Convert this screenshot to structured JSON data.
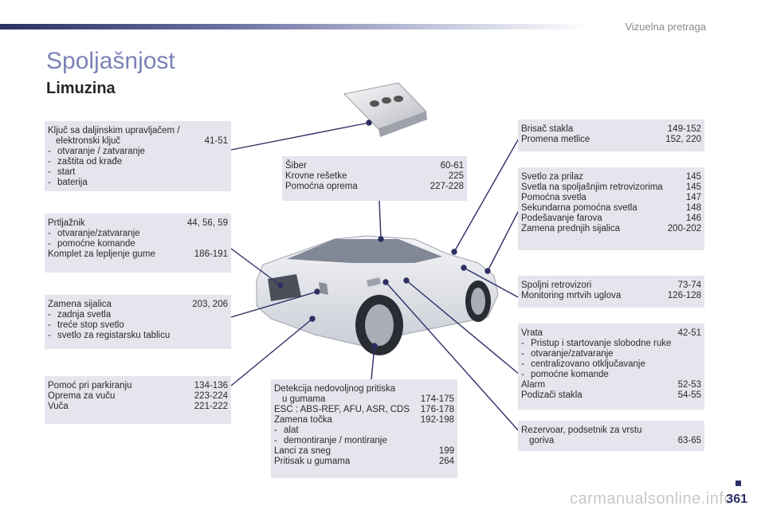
{
  "header": {
    "section": "Vizuelna pretraga",
    "title": "Spoljašnjost",
    "subtitle": "Limuzina"
  },
  "boxes": {
    "key": {
      "line1": "Ključ sa daljinskim upravljačem /",
      "line2": "elektronski ključ",
      "page": "41-51",
      "items": [
        "otvaranje / zatvaranje",
        "zaštita od krađe",
        "start",
        "baterija"
      ]
    },
    "trunk": {
      "label": "Prtljažnik",
      "page": "44, 56, 59",
      "items": [
        "otvaranje/zatvaranje",
        "pomoćne komande"
      ],
      "kit_label": "Komplet za lepljenje gume",
      "kit_page": "186-191"
    },
    "bulbs": {
      "label": "Zamena sijalica",
      "page": "203, 206",
      "items": [
        "zadnja svetla",
        "treće stop svetlo",
        "svetlo za registarsku tablicu"
      ]
    },
    "parking": {
      "rows": [
        {
          "label": "Pomoć pri parkiranju",
          "page": "134-136"
        },
        {
          "label": "Oprema za vuču",
          "page": "223-224"
        },
        {
          "label": "Vuča",
          "page": "221-222"
        }
      ]
    },
    "roof": {
      "rows": [
        {
          "label": "Šiber",
          "page": "60-61"
        },
        {
          "label": "Krovne rešetke",
          "page": "225"
        },
        {
          "label": "Pomoćna oprema",
          "page": "227-228"
        }
      ]
    },
    "tyre": {
      "det1": "Detekcija nedovoljnog pritiska",
      "det2": "u gumama",
      "det_page": "174-175",
      "esc": "ESC : ABS-REF, AFU, ASR, CDS",
      "esc_page": "176-178",
      "wheel": "Zamena točka",
      "wheel_page": "192-198",
      "items": [
        "alat",
        "demontiranje / montiranje"
      ],
      "chains": "Lanci za sneg",
      "chains_page": "199",
      "pressure": "Pritisak u gumama",
      "pressure_page": "264"
    },
    "wiper": {
      "rows": [
        {
          "label": "Brisač stakla",
          "page": "149-152"
        },
        {
          "label": "Promena metlice",
          "page": "152, 220"
        }
      ]
    },
    "lights": {
      "rows": [
        {
          "label": "Svetlo za prilaz",
          "page": "145"
        },
        {
          "label": "Svetla na spoljašnjim retrovizorima",
          "page": "145"
        },
        {
          "label": "Pomoćna svetla",
          "page": "147"
        },
        {
          "label": "Sekundarna pomoćna svetla",
          "page": "148"
        },
        {
          "label": "Podešavanje farova",
          "page": "146"
        },
        {
          "label": "Zamena prednjih sijalica",
          "page": "200-202"
        }
      ]
    },
    "mirrors": {
      "rows": [
        {
          "label": "Spoljni retrovizori",
          "page": "73-74"
        },
        {
          "label": "Monitoring mrtvih uglova",
          "page": "126-128"
        }
      ]
    },
    "doors": {
      "label": "Vrata",
      "page": "42-51",
      "items": [
        "Pristup i startovanje slobodne ruke",
        "otvaranje/zatvaranje",
        "centralizovano otključavanje",
        "pomoćne komande"
      ],
      "alarm": "Alarm",
      "alarm_page": "52-53",
      "win": "Podizači stakla",
      "win_page": "54-55"
    },
    "fuel": {
      "line1": "Rezervoar, podsetnik za vrstu",
      "line2": "goriva",
      "page": "63-65"
    }
  },
  "footer": {
    "page_number": "361",
    "watermark": "carmanualsonline.info"
  },
  "colors": {
    "accent": "#7b82b8",
    "box_bg": "#e5e5ee",
    "line": "#2c2f63"
  }
}
